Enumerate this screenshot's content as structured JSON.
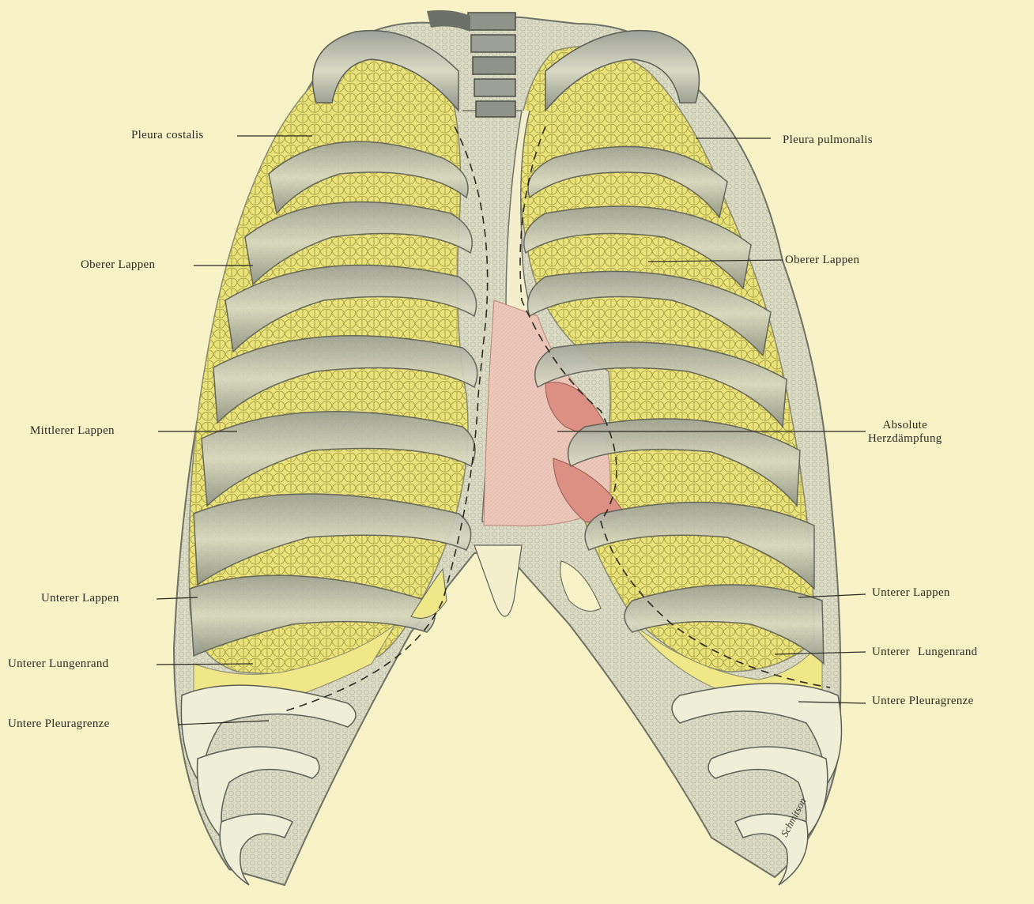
{
  "figure": {
    "colors": {
      "paper": "#f7f3c6",
      "lung_yellow": "#ebe37a",
      "lung_cell": "#9a943e",
      "rib_gray": "#a8aca2",
      "rib_light": "#e9e8d0",
      "heart_pink": "#ecc4b4",
      "heart_red": "#dc8f83",
      "ink": "#2c2a22"
    },
    "labels_left": {
      "pleura_costalis": "Pleura costalis",
      "oberer_lappen": "Oberer Lappen",
      "mittlerer_lappen": "Mittlerer Lappen",
      "unterer_lappen": "Unterer Lappen",
      "unterer_lungenrand": "Unterer Lungenrand",
      "untere_pleuragrenze": "Untere Pleuragrenze"
    },
    "labels_right": {
      "pleura_pulmonalis": "Pleura pulmonalis",
      "oberer_lappen": "Oberer Lappen",
      "absolute_line1": "Absolute",
      "absolute_line2": "Herzdämpfung",
      "unterer_lappen": "Unterer Lappen",
      "unterer_lungenrand": "Unterer Lungenrand",
      "untere_pleuragrenze": "Untere Pleuragrenze"
    },
    "signature": "Schmitson",
    "icons": [
      "thorax-illustration"
    ]
  }
}
